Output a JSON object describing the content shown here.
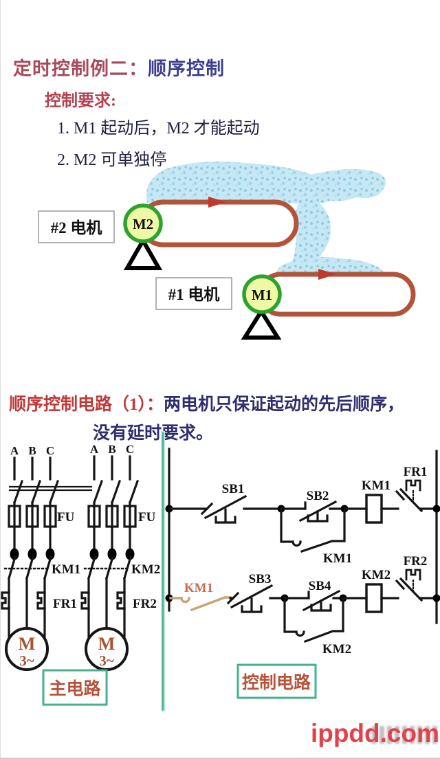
{
  "page": {
    "title_prefix": "定时控制例二：",
    "title_main": "顺序控制"
  },
  "requirements": {
    "heading": "控制要求:",
    "item1": "1. M1 起动后，M2 才能起动",
    "item2": "2. M2 可单独停"
  },
  "conveyor": {
    "motor2_box": "#2 电机",
    "motor2": "M2",
    "motor1_box": "#1 电机",
    "motor1": "M1"
  },
  "section": {
    "heading": "顺序控制电路（1）：",
    "desc1": "两电机只保证起动的先后顺序，",
    "desc2": "没有延时要求。"
  },
  "main_circuit": {
    "caption": "主电路",
    "phase_a": "A",
    "phase_b": "B",
    "phase_c": "C",
    "fuse": "FU",
    "km1": "KM1",
    "km2": "KM2",
    "fr1": "FR1",
    "fr2": "FR2",
    "motor_m": "M",
    "motor_3ph": "3~"
  },
  "control_circuit": {
    "caption": "控制电路",
    "sb1": "SB1",
    "sb2": "SB2",
    "sb3": "SB3",
    "sb4": "SB4",
    "km1_coil": "KM1",
    "km2_coil": "KM2",
    "km1_aux": "KM1",
    "km2_aux": "KM2",
    "km1_interlock": "KM1",
    "fr1": "FR1",
    "fr2": "FR2"
  },
  "watermark": "ippdd.com",
  "colors": {
    "title_red": "#a8495c",
    "title_blue": "#3d3f8f",
    "heading_red": "#c03a3a",
    "body_navy": "#2e2e6e",
    "belt": "#b2543a",
    "motor_fill": "#eef8a6",
    "motor_stroke": "#2ca42c",
    "material_blue": "#c6e7f4",
    "teal_box": "#45b08c",
    "caption_text": "#b5543b",
    "interlock_tan": "#c8a478",
    "interlock_label": "#cf6a4f",
    "watermark_red": "#e5404a"
  }
}
